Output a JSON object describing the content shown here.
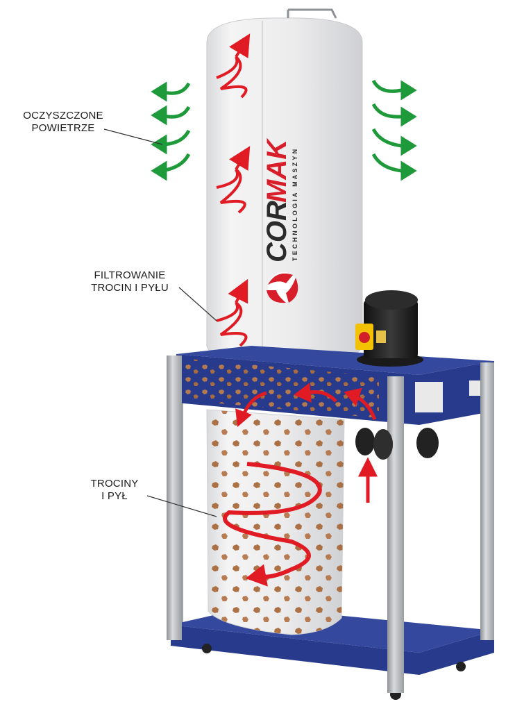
{
  "brand": {
    "name_part1": "COR",
    "name_part2": "MAK",
    "tagline": "TECHNOLOGIA MASZYN"
  },
  "callouts": {
    "clean_air": {
      "line1": "OCZYSZCZONE",
      "line2": "POWIETRZE"
    },
    "filtering": {
      "line1": "FILTROWANIE",
      "line2": "TROCIN I PYŁU"
    },
    "dust": {
      "line1": "TROCINY",
      "line2": "I PYŁ"
    }
  },
  "colors": {
    "frame_blue": "#283a8c",
    "leg_gray": "#b9bcc0",
    "filter_bag": "#ebecee",
    "arrow_red": "#e01b24",
    "arrow_green": "#1f9a3a",
    "motor_black": "#1c1c1c",
    "brand_red": "#d81e2a",
    "chip_brown": "#a86a3c"
  },
  "icons": [
    "green-airflow-arrow",
    "red-swirl-arrow",
    "emergency-stop-switch"
  ]
}
